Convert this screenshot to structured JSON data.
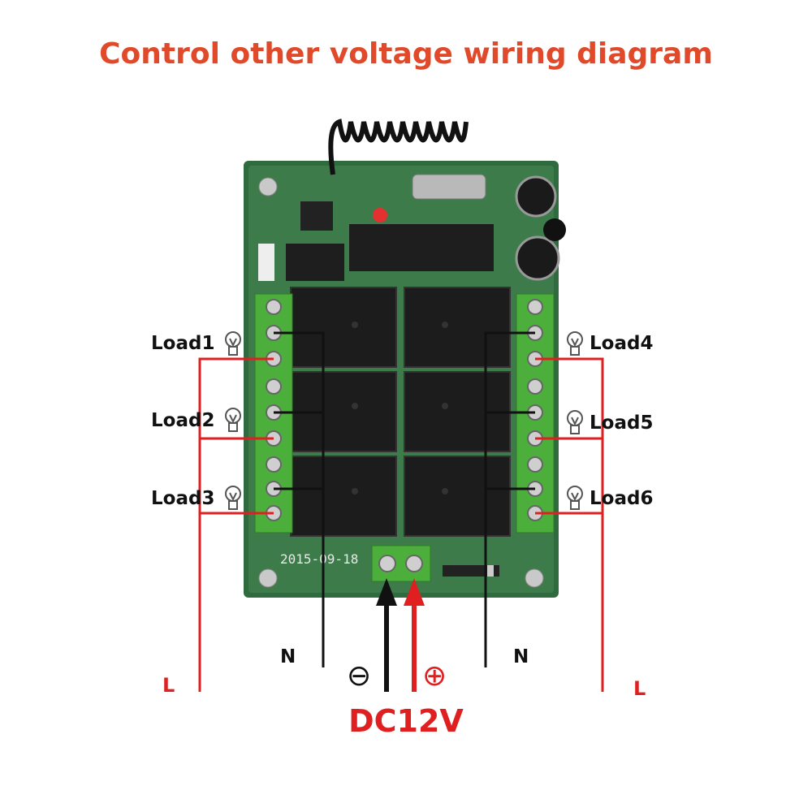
{
  "title": "Control other voltage wiring diagram",
  "colors": {
    "title": "#e04a2a",
    "live_wire": "#e02020",
    "neutral_wire": "#111111",
    "pcb": "#2f6b3e",
    "relay": "#1c1c1c",
    "terminal": "#4caf3c"
  },
  "loads": {
    "left": [
      "Load1",
      "Load2",
      "Load3"
    ],
    "right": [
      "Load4",
      "Load5",
      "Load6"
    ]
  },
  "wires": {
    "neutral_left": "N",
    "neutral_right": "N",
    "live_left": "L",
    "live_right": "L"
  },
  "power": {
    "label": "DC12V",
    "negative_symbol": "⊖",
    "positive_symbol": "⊕"
  },
  "board": {
    "date_print": "2015-09-18"
  },
  "icons": [
    "bulb-icon",
    "antenna-coil",
    "relay",
    "screw-terminal"
  ]
}
